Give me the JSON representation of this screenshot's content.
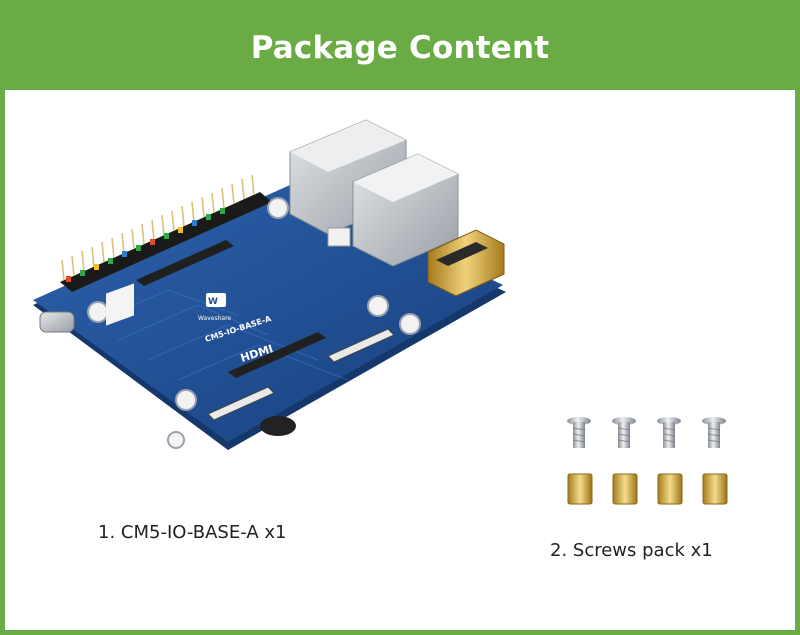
{
  "header": {
    "title": "Package Content"
  },
  "items": [
    {
      "caption": "1. CM5-IO-BASE-A x1",
      "icon": "board-image"
    },
    {
      "caption": "2. Screws pack x1",
      "icon": "screw-image"
    }
  ],
  "board": {
    "model_label": "CM5-IO-BASE-A",
    "brand": "Waveshare",
    "hdmi_logo": "HDMI"
  },
  "colors": {
    "accent_green": "#6aab45",
    "board_blue": "#1f4e92",
    "brass": "#c9a23a",
    "steel": "#b8bcc2"
  }
}
